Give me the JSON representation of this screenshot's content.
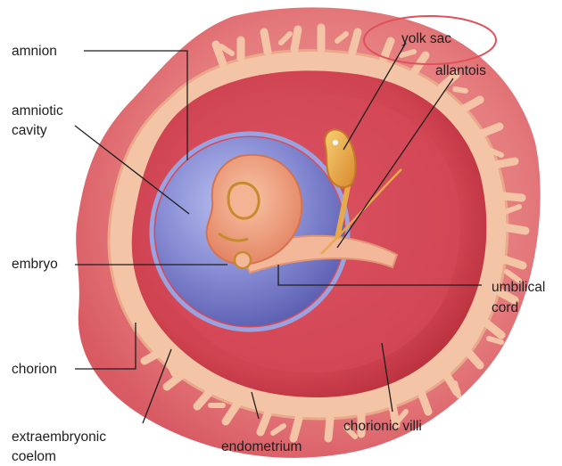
{
  "labels": {
    "amnion": "amnion",
    "amniotic_cavity_1": "amniotic",
    "amniotic_cavity_2": "cavity",
    "yolk_sac": "yolk sac",
    "allantois": "allantois",
    "embryo": "embryo",
    "umbilical_cord_1": "umbilical",
    "umbilical_cord_2": "cord",
    "chorion": "chorion",
    "extraembryonic_coelom_1": "extraembryonic",
    "extraembryonic_coelom_2": "coelom",
    "endometrium": "endometrium",
    "chorionic_villi": "chorionic villi"
  },
  "colors": {
    "uterine_wall": "#d85a63",
    "chorion_band": "#f4c4a6",
    "coelom": "#c73845",
    "amniotic_fluid": "#6f73c4",
    "embryo": "#f0a07e",
    "yolk_sac": "#e8a94a",
    "highlight_ellipse": "#e0505a"
  }
}
